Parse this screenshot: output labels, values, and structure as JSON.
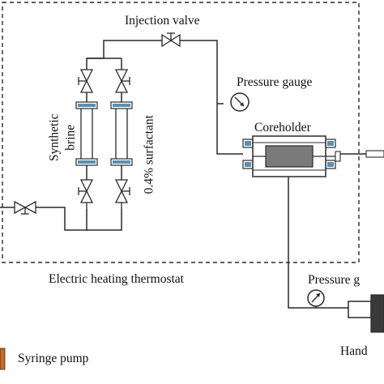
{
  "labels": {
    "injection_valve": "Injection valve",
    "pressure_gauge_top": "Pressure gauge",
    "coreholder": "Coreholder",
    "synthetic_line1": "Synthetic",
    "synthetic_line2": "brine",
    "surfactant": "0.4% surfactant",
    "thermostat": "Electric heating thermostat",
    "pressure_gauge_bottom": "Pressure g",
    "hand": "Hand",
    "syringe_pump": "Syringe pump"
  },
  "colors": {
    "line": "#2a2a2a",
    "cylinder_band": "#5b8fb0",
    "core_fill": "#7a7a7a",
    "hand_pump_fill": "#3a3a3a",
    "syringe_legend": "#c86a1e"
  }
}
